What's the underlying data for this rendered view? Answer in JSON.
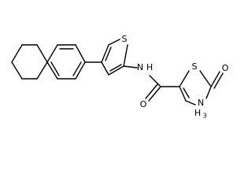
{
  "atoms": {
    "s_thiophene": "S",
    "n_amide": "N",
    "h_amide": "H",
    "o_amide": "O",
    "s_thiazole": "S",
    "o_thiazolone": "O",
    "n_thiazole": "N",
    "h_thiazole": "H",
    "h3_thiazole": "3"
  }
}
